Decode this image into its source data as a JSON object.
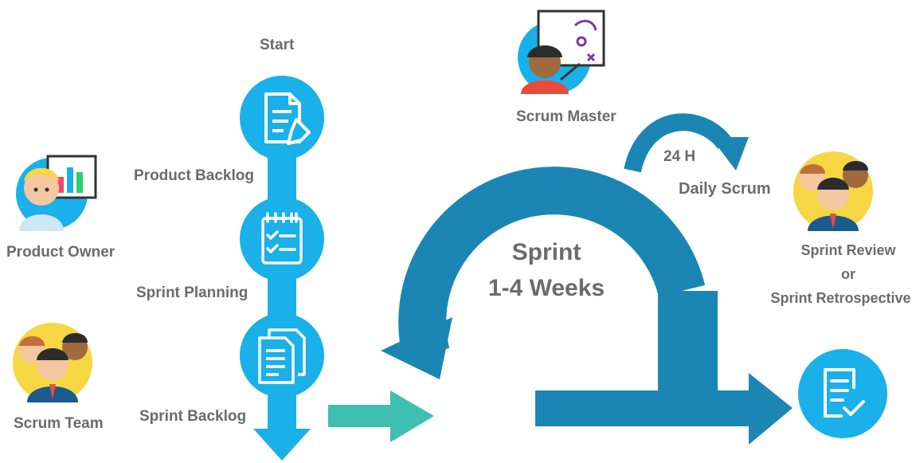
{
  "steps": {
    "start": "Start",
    "product_backlog": "Product Backlog",
    "sprint_planning": "Sprint Planning",
    "sprint_backlog": "Sprint Backlog"
  },
  "roles": {
    "product_owner": "Product Owner",
    "scrum_team": "Scrum Team",
    "scrum_master": "Scrum Master"
  },
  "sprint": {
    "line1": "Sprint",
    "line2": "1-4 Weeks"
  },
  "daily": {
    "hours": "24 H",
    "name": "Daily Scrum"
  },
  "review": {
    "line1": "Sprint Review",
    "line2": "or",
    "line3": "Sprint Retrospective"
  },
  "colors": {
    "circle_blue": "#1ab0ea",
    "loop_blue": "#1b86b4",
    "teal_arrow": "#3fbfb0",
    "text_gray": "#6b6b6b",
    "accent_yellow": "#f6d743"
  }
}
